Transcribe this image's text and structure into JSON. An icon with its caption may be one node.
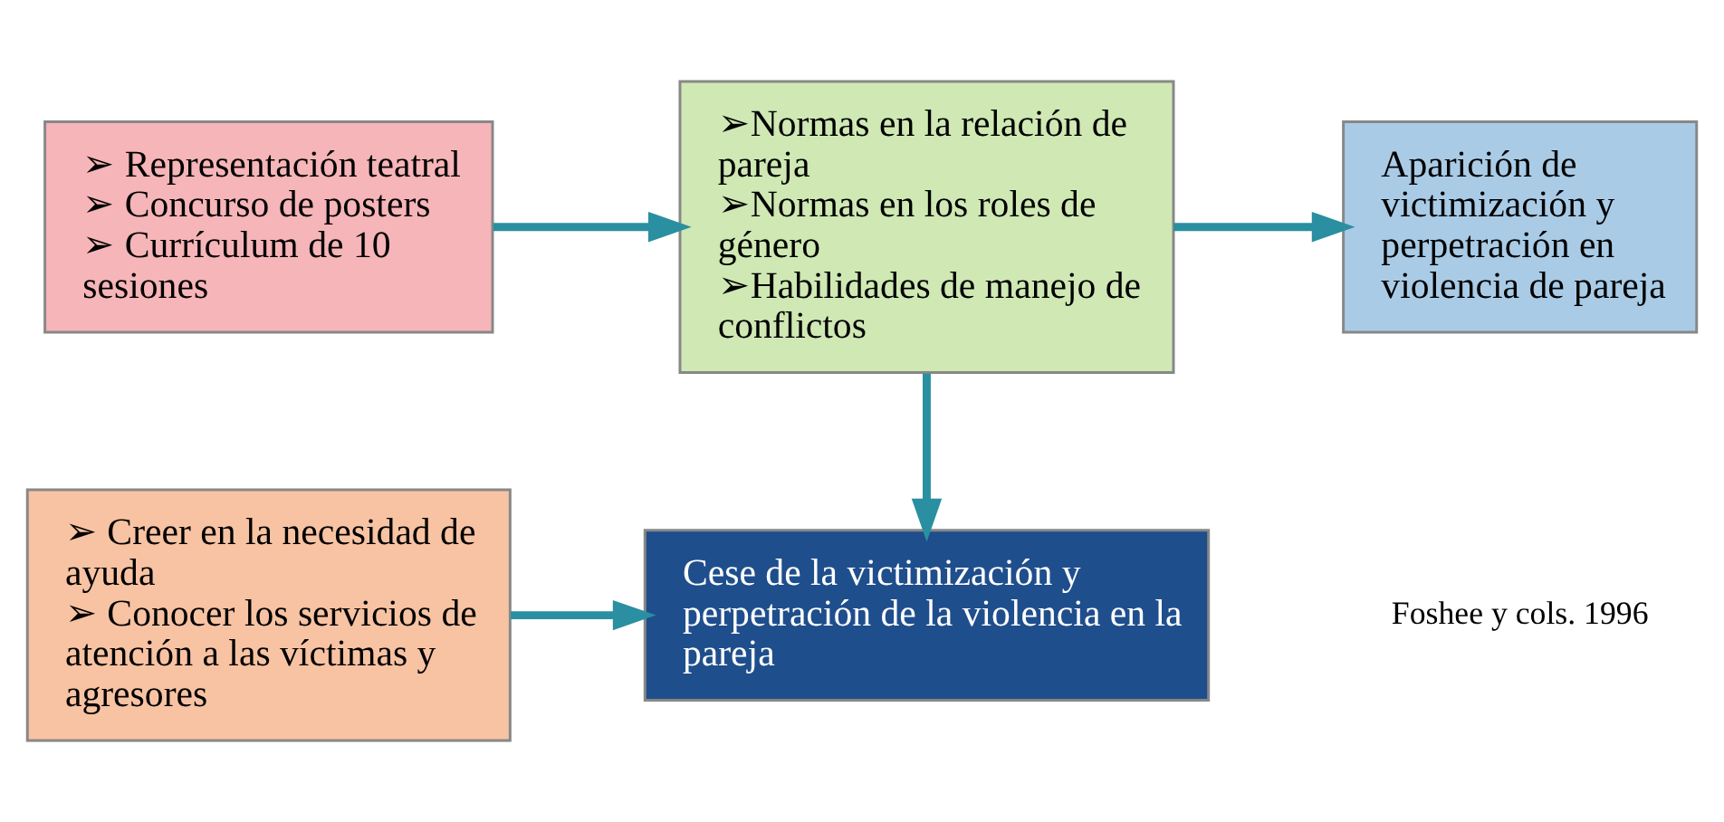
{
  "diagram": {
    "nodes": [
      {
        "text": [
          "➢ Representación teatral",
          "➢ Concurso de posters",
          "➢ Currículum de 10 sesiones"
        ]
      },
      {
        "text": [
          "➢Normas en la relación de pareja",
          "➢Normas en los roles de género",
          "➢Habilidades de manejo de conflictos"
        ]
      },
      {
        "text": [
          "Aparición de victimización y perpetración en violencia de pareja"
        ]
      },
      {
        "text": [
          "➢ Creer en la necesidad de ayuda",
          "➢ Conocer los servicios de atención a las víctimas y agresores"
        ]
      },
      {
        "text": [
          "Cese de la victimización y perpetración de la violencia en la pareja"
        ]
      }
    ],
    "edges": [
      {
        "from": 0,
        "to": 1,
        "arrow": "to"
      },
      {
        "from": 1,
        "to": 2,
        "arrow": "to"
      },
      {
        "from": 1,
        "to": 4,
        "arrow": "to"
      },
      {
        "from": 3,
        "to": 4,
        "arrow": "to"
      }
    ],
    "labels": [
      "Foshee y cols. 1996"
    ]
  }
}
